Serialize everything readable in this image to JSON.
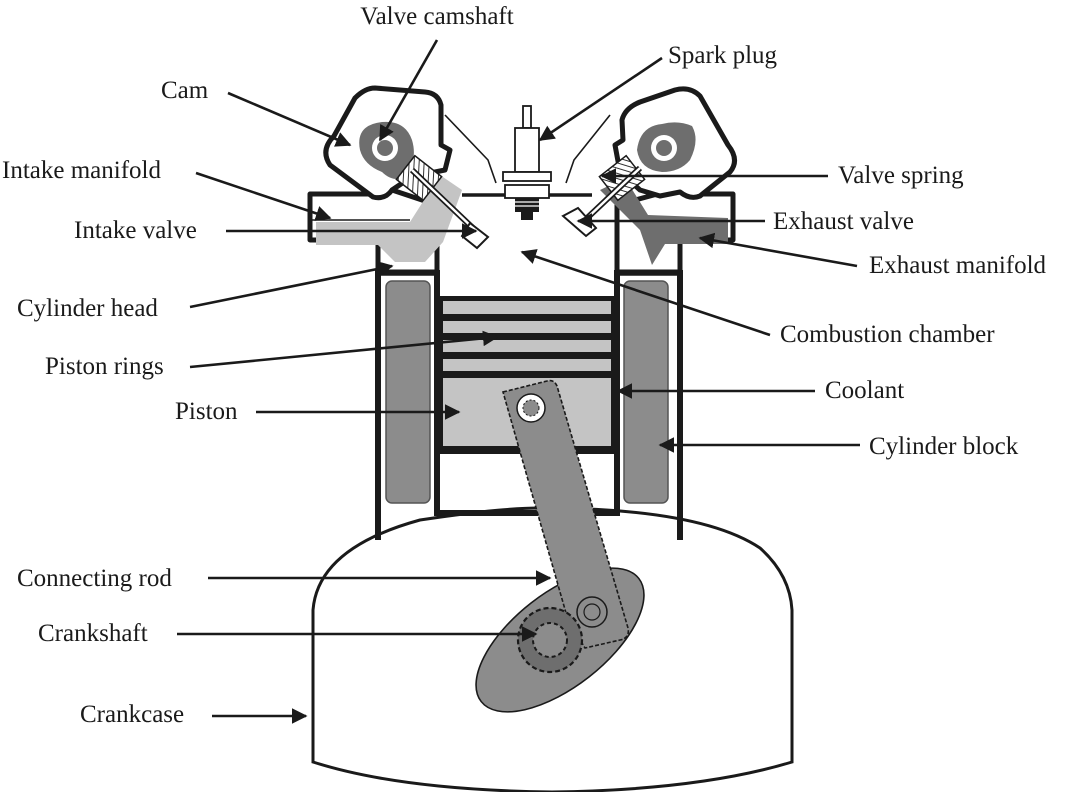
{
  "title": "Internal combustion engine cylinder cross-section",
  "colors": {
    "outline": "#1a1a1a",
    "light_gray": "#c4c4c4",
    "mid_gray": "#8c8c8c",
    "dark_gray": "#6e6e6e",
    "background": "#ffffff"
  },
  "labels": {
    "valve_camshaft": "Valve camshaft",
    "spark_plug": "Spark plug",
    "cam": "Cam",
    "intake_manifold": "Intake manifold",
    "intake_valve": "Intake valve",
    "cylinder_head": "Cylinder head",
    "piston_rings": "Piston rings",
    "piston": "Piston",
    "connecting_rod": "Connecting rod",
    "crankshaft": "Crankshaft",
    "crankcase": "Crankcase",
    "valve_spring": "Valve spring",
    "exhaust_valve": "Exhaust valve",
    "exhaust_manifold": "Exhaust manifold",
    "combustion_chamber": "Combustion chamber",
    "coolant": "Coolant",
    "cylinder_block": "Cylinder block"
  }
}
